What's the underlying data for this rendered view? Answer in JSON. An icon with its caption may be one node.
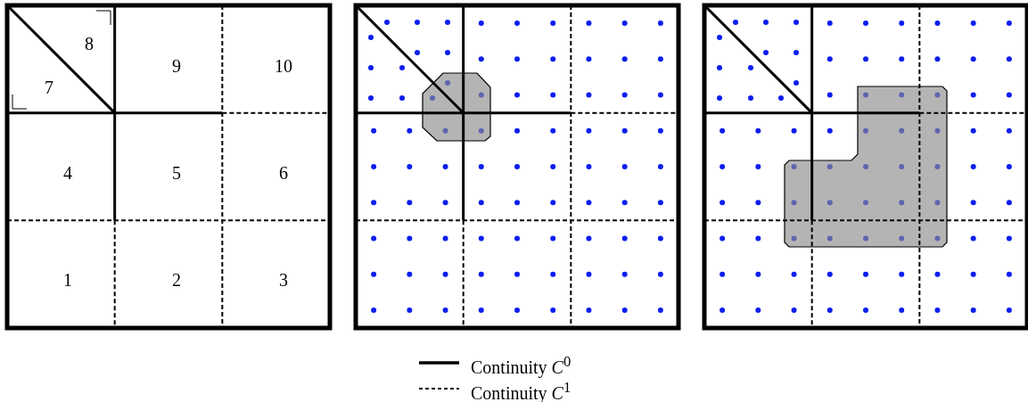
{
  "diagram": {
    "labels": [
      "8",
      "9",
      "10",
      "7",
      "4",
      "5",
      "6",
      "1",
      "2",
      "3"
    ],
    "legend": [
      {
        "text": "Continuity *C*$^{0}$"
      },
      {
        "text": "Continuity *C*$^{1}$"
      }
    ]
  }
}
